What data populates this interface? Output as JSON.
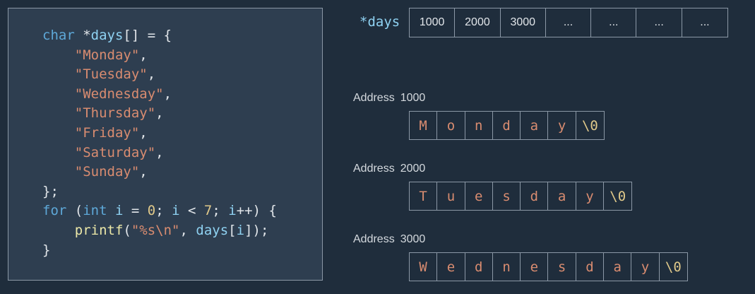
{
  "code": {
    "lines": [
      [
        {
          "t": "char",
          "c": "kw"
        },
        {
          "t": " *",
          "c": "punc"
        },
        {
          "t": "days",
          "c": "var"
        },
        {
          "t": "[] = {",
          "c": "punc"
        }
      ],
      [
        {
          "t": "    ",
          "c": "punc"
        },
        {
          "t": "\"Monday\"",
          "c": "str"
        },
        {
          "t": ",",
          "c": "punc"
        }
      ],
      [
        {
          "t": "    ",
          "c": "punc"
        },
        {
          "t": "\"Tuesday\"",
          "c": "str"
        },
        {
          "t": ",",
          "c": "punc"
        }
      ],
      [
        {
          "t": "    ",
          "c": "punc"
        },
        {
          "t": "\"Wednesday\"",
          "c": "str"
        },
        {
          "t": ",",
          "c": "punc"
        }
      ],
      [
        {
          "t": "    ",
          "c": "punc"
        },
        {
          "t": "\"Thursday\"",
          "c": "str"
        },
        {
          "t": ",",
          "c": "punc"
        }
      ],
      [
        {
          "t": "    ",
          "c": "punc"
        },
        {
          "t": "\"Friday\"",
          "c": "str"
        },
        {
          "t": ",",
          "c": "punc"
        }
      ],
      [
        {
          "t": "    ",
          "c": "punc"
        },
        {
          "t": "\"Saturday\"",
          "c": "str"
        },
        {
          "t": ",",
          "c": "punc"
        }
      ],
      [
        {
          "t": "    ",
          "c": "punc"
        },
        {
          "t": "\"Sunday\"",
          "c": "str"
        },
        {
          "t": ",",
          "c": "punc"
        }
      ],
      [
        {
          "t": "};",
          "c": "punc"
        }
      ],
      [
        {
          "t": "for",
          "c": "kw"
        },
        {
          "t": " (",
          "c": "punc"
        },
        {
          "t": "int",
          "c": "kw"
        },
        {
          "t": " ",
          "c": "punc"
        },
        {
          "t": "i",
          "c": "var"
        },
        {
          "t": " = ",
          "c": "punc"
        },
        {
          "t": "0",
          "c": "num"
        },
        {
          "t": "; ",
          "c": "punc"
        },
        {
          "t": "i",
          "c": "var"
        },
        {
          "t": " < ",
          "c": "punc"
        },
        {
          "t": "7",
          "c": "num"
        },
        {
          "t": "; ",
          "c": "punc"
        },
        {
          "t": "i",
          "c": "var"
        },
        {
          "t": "++) {",
          "c": "punc"
        }
      ],
      [
        {
          "t": "    ",
          "c": "punc"
        },
        {
          "t": "printf",
          "c": "fn"
        },
        {
          "t": "(",
          "c": "punc"
        },
        {
          "t": "\"%s\\n\"",
          "c": "str"
        },
        {
          "t": ", ",
          "c": "punc"
        },
        {
          "t": "days",
          "c": "var"
        },
        {
          "t": "[",
          "c": "punc"
        },
        {
          "t": "i",
          "c": "var"
        },
        {
          "t": "]);",
          "c": "punc"
        }
      ],
      [
        {
          "t": "}",
          "c": "punc"
        }
      ]
    ]
  },
  "array": {
    "label": "*days",
    "cells": [
      "1000",
      "2000",
      "3000",
      "...",
      "...",
      "...",
      "..."
    ]
  },
  "strings": [
    {
      "address_label": "Address",
      "address": "1000",
      "chars": [
        "M",
        "o",
        "n",
        "d",
        "a",
        "y",
        "\\0"
      ]
    },
    {
      "address_label": "Address",
      "address": "2000",
      "chars": [
        "T",
        "u",
        "e",
        "s",
        "d",
        "a",
        "y",
        "\\0"
      ]
    },
    {
      "address_label": "Address",
      "address": "3000",
      "chars": [
        "W",
        "e",
        "d",
        "n",
        "e",
        "s",
        "d",
        "a",
        "y",
        "\\0"
      ]
    }
  ],
  "colors": {
    "background": "#1f2d3c",
    "panel": "#2e3e50",
    "border": "#8b98a6",
    "keyword": "#5ea8d8",
    "identifier": "#8fd2f2",
    "string": "#d98c70",
    "number": "#e0c98a",
    "function": "#ece8a8"
  }
}
